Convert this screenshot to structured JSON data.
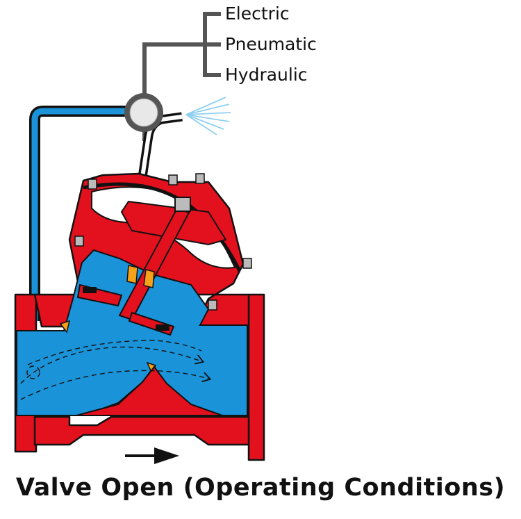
{
  "actuation_options": [
    "Electric",
    "Pneumatic",
    "Hydraulic"
  ],
  "caption": "Valve Open (Operating Conditions)",
  "colors": {
    "body_red": "#e3101e",
    "water_blue": "#1a93d8",
    "outline": "#111111",
    "pilot_gray": "#555555",
    "seal_orange": "#f7a11a",
    "vent_blue": "#8fd0f0"
  },
  "icons": {
    "flow_direction": "arrow-right-icon",
    "pilot": "pilot-valve-icon",
    "vent": "vent-spray-icon"
  }
}
